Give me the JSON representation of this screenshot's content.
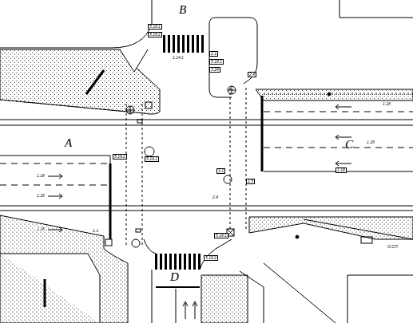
{
  "diagram": {
    "labels": [
      "B",
      "A",
      "C",
      "D",
      "5.19.1",
      "5.19.2",
      "1.14.1",
      "2.1",
      "5.19.1",
      "3.24",
      "2.4",
      "5.19.2",
      "5.19.1",
      "1.18",
      "1.18",
      "1.18",
      "1.1",
      "1.18",
      "1.18",
      "2.4",
      "3.1",
      "1.5",
      "5.19.2",
      "5.19.1",
      "1.18",
      "О.СП"
    ]
  }
}
